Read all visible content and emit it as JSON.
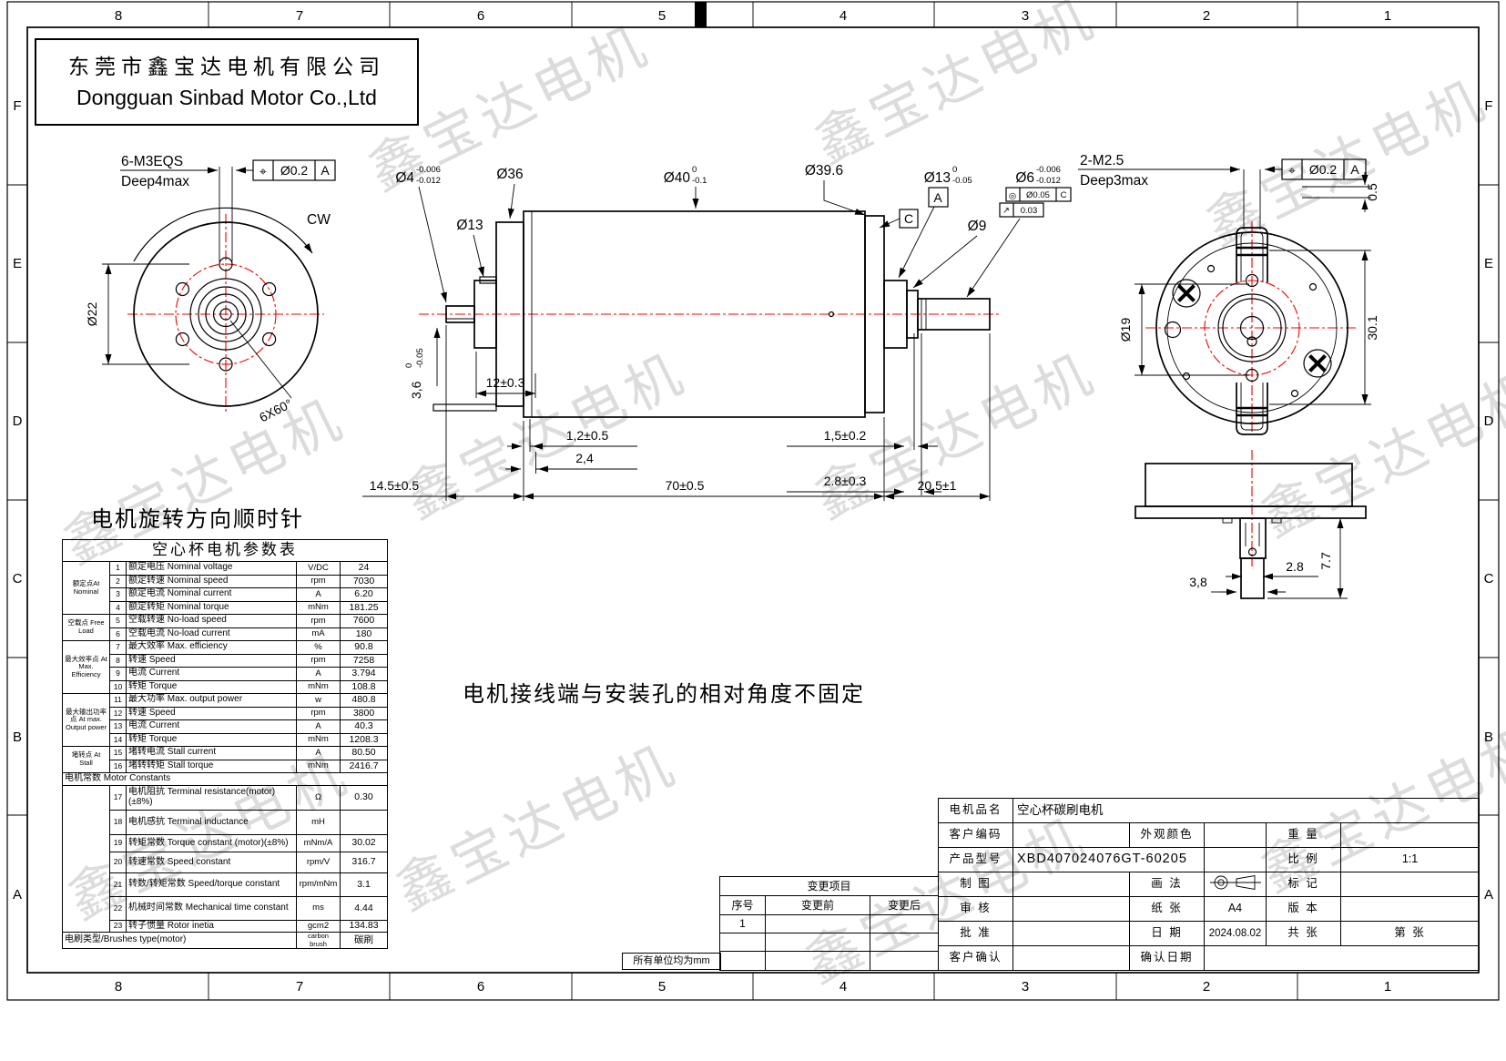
{
  "watermark": "鑫宝达电机",
  "zones": {
    "cols": [
      "8",
      "7",
      "6",
      "5",
      "4",
      "3",
      "2",
      "1"
    ],
    "rows": [
      "F",
      "E",
      "D",
      "C",
      "B",
      "A"
    ]
  },
  "company": {
    "cn": "东莞市鑫宝达电机有限公司",
    "en": "Dongguan Sinbad Motor Co.,Ltd"
  },
  "notes": {
    "rotation": "电机旋转方向顺时针",
    "terminal_note": "电机接线端与安装孔的相对角度不固定",
    "units": "所有单位均为mm"
  },
  "front_view": {
    "thread": "6-M3EQS",
    "depth": "Deep4max",
    "fcf": {
      "sym": "⌖",
      "tol": "Ø0.2",
      "datum": "A"
    },
    "cw": "CW",
    "dia22": "Ø22",
    "pattern": "6X60°"
  },
  "side_view": {
    "dia4": {
      "main": "Ø4",
      "sup": "-0.006",
      "sub": "-0.012"
    },
    "dia13f": "Ø13",
    "dia36": "Ø36",
    "dia40": {
      "main": "Ø40",
      "sup": "0",
      "sub": "-0.1"
    },
    "dia39_6": "Ø39.6",
    "dia13r": {
      "main": "Ø13",
      "sup": "0",
      "sub": "-0.05"
    },
    "datumA": "A",
    "datumC": "C",
    "dia9": "Ø9",
    "dia6": {
      "main": "Ø6",
      "sup": "-0.006",
      "sub": "-0.012"
    },
    "fcf_coax": {
      "sym": "◎",
      "tol": "Ø0.05",
      "datum": "C"
    },
    "fcf_runout": {
      "sym": "↗",
      "tol": "0.03"
    },
    "d3_6": {
      "main": "3,6",
      "sup": "0",
      "sub": "-0.05"
    },
    "d12": "12±0.3",
    "d1_2": "1,2±0.5",
    "d2_4": "2,4",
    "d1_5": "1,5±0.2",
    "d2_8": "2.8±0.3",
    "d14_5": "14.5±0.5",
    "d70": "70±0.5",
    "d20_5": "20.5±1"
  },
  "rear_view": {
    "thread": "2-M2.5",
    "depth": "Deep3max",
    "fcf": {
      "sym": "⌖",
      "tol": "Ø0.2",
      "datum": "A"
    },
    "dia19": "Ø19",
    "d30_1": "30.1",
    "d0_5": "0.5"
  },
  "bottom_view": {
    "d3_8": "3,8",
    "d2_8": "2.8",
    "d7_7": "7.7"
  },
  "params": {
    "title": "空心杯电机参数表",
    "section": "电机常数  Motor Constants",
    "groups": [
      "额定点At Nominal",
      "空载点 Free Load",
      "最大效率点 At Max. Efficiency",
      "最大输出功率点 At max. Output power",
      "堵转点 At Stall"
    ],
    "rows": [
      {
        "n": "1",
        "name": "额定电压  Nominal voltage",
        "unit": "V/DC",
        "value": "24"
      },
      {
        "n": "2",
        "name": "额定转速  Nominal speed",
        "unit": "rpm",
        "value": "7030"
      },
      {
        "n": "3",
        "name": "额定电流  Nominal current",
        "unit": "A",
        "value": "6.20"
      },
      {
        "n": "4",
        "name": "额定转矩  Nominal torque",
        "unit": "mNm",
        "value": "181.25"
      },
      {
        "n": "5",
        "name": "空载转速  No-load speed",
        "unit": "rpm",
        "value": "7600"
      },
      {
        "n": "6",
        "name": "空载电流  No-load current",
        "unit": "mA",
        "value": "180"
      },
      {
        "n": "7",
        "name": "最大效率  Max. efficiency",
        "unit": "%",
        "value": "90.8"
      },
      {
        "n": "8",
        "name": "转速       Speed",
        "unit": "rpm",
        "value": "7258"
      },
      {
        "n": "9",
        "name": "电流       Current",
        "unit": "A",
        "value": "3.794"
      },
      {
        "n": "10",
        "name": "转矩       Torque",
        "unit": "mNm",
        "value": "108.8"
      },
      {
        "n": "11",
        "name": "最大功率  Max. output power",
        "unit": "w",
        "value": "480.8"
      },
      {
        "n": "12",
        "name": "转速       Speed",
        "unit": "rpm",
        "value": "3800"
      },
      {
        "n": "13",
        "name": "电流       Current",
        "unit": "A",
        "value": "40.3"
      },
      {
        "n": "14",
        "name": "转矩       Torque",
        "unit": "mNm",
        "value": "1208.3"
      },
      {
        "n": "15",
        "name": "堵转电流  Stall current",
        "unit": "A",
        "value": "80.50"
      },
      {
        "n": "16",
        "name": "堵转转矩  Stall torque",
        "unit": "mNm",
        "value": "2416.7"
      },
      {
        "n": "17",
        "name": "电机阻抗  Terminal resistance(motor)(±8%)",
        "unit": "Ω",
        "value": "0.30"
      },
      {
        "n": "18",
        "name": "电机感抗  Terminal inductance",
        "unit": "mH",
        "value": ""
      },
      {
        "n": "19",
        "name": "转矩常数  Torque constant (motor)(±8%)",
        "unit": "mNm/A",
        "value": "30.02"
      },
      {
        "n": "20",
        "name": "转速常数  Speed constant",
        "unit": "rpm/V",
        "value": "316.7"
      },
      {
        "n": "21",
        "name": "转数/转矩常数  Speed/torque constant",
        "unit": "rpm/mNm",
        "value": "3.1"
      },
      {
        "n": "22",
        "name": "机械时间常数   Mechanical time constant",
        "unit": "ms",
        "value": "4.44"
      },
      {
        "n": "23",
        "name": "转子惯量  Rotor inetia",
        "unit": "gcm2",
        "value": "134.83"
      }
    ],
    "brush": {
      "name": "电刷类型/Brushes type(motor)",
      "unit": "carbon brush",
      "value": "碳刷"
    }
  },
  "change_table": {
    "title": "变更项目",
    "h1": "序号",
    "h2": "变更前",
    "h3": "变更后",
    "r1": "1"
  },
  "title_block": {
    "motor_name_label": "电机品名",
    "motor_name": "空心杯碳刷电机",
    "customer_code_label": "客户编码",
    "color_label": "外观颜色",
    "weight_label": "重    量",
    "model_label": "产品型号",
    "model": "XBD407024076GT-60205",
    "scale_label": "比    例",
    "scale": "1:1",
    "draft_label": "制    图",
    "method_label": "画    法",
    "mark_label": "标    记",
    "check_label": "审    核",
    "paper_label": "纸    张",
    "paper": "A4",
    "version_label": "版    本",
    "approve_label": "批    准",
    "date_label": "日    期",
    "date": "2024.08.02",
    "total_label": "共    张",
    "page_label": "第    张",
    "confirm_label": "客户确认",
    "confirm_date_label": "确认日期"
  }
}
